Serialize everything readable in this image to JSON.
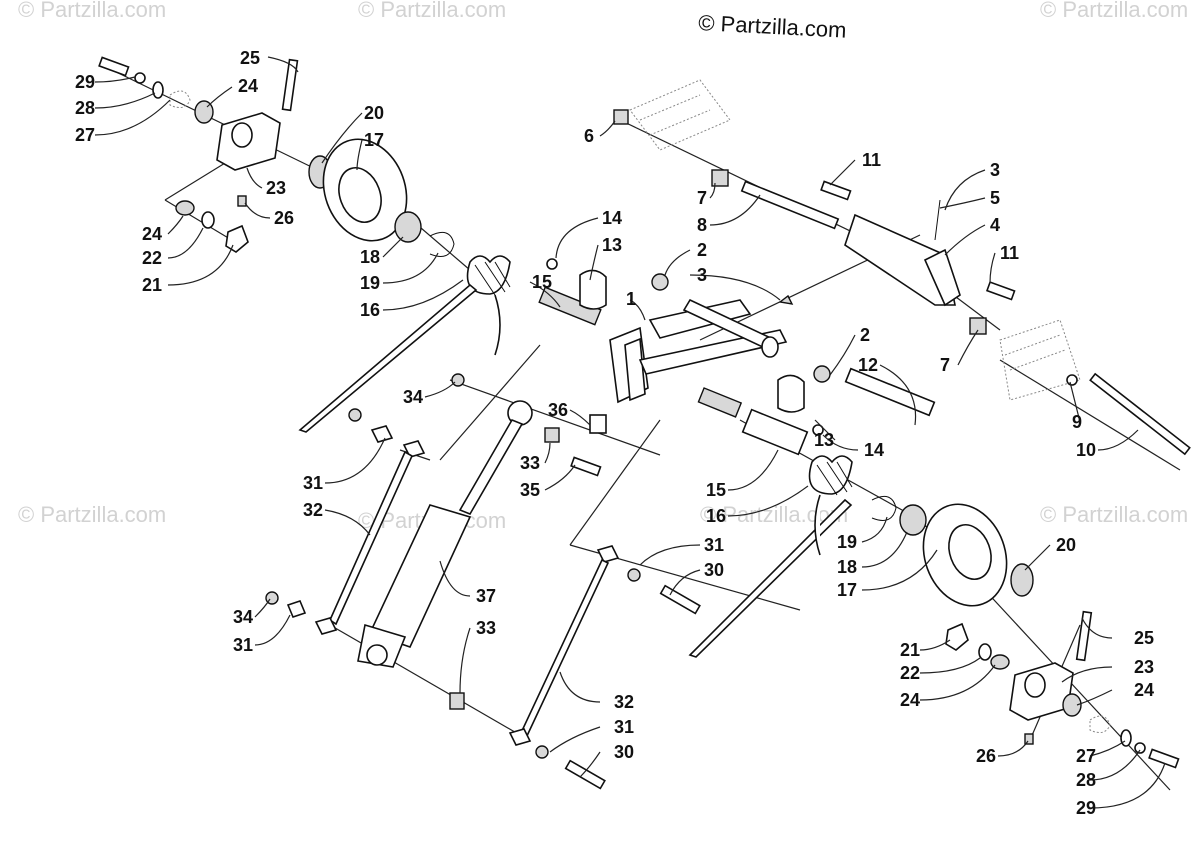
{
  "copyright": "© Partzilla.com",
  "watermark": "© Partzilla.com",
  "callouts": [
    {
      "id": "c25a",
      "text": "25"
    },
    {
      "id": "c29a",
      "text": "29"
    },
    {
      "id": "c24a",
      "text": "24"
    },
    {
      "id": "c28a",
      "text": "28"
    },
    {
      "id": "c27a",
      "text": "27"
    },
    {
      "id": "c20a",
      "text": "20"
    },
    {
      "id": "c17a",
      "text": "17"
    },
    {
      "id": "c23a",
      "text": "23"
    },
    {
      "id": "c26a",
      "text": "26"
    },
    {
      "id": "c24b",
      "text": "24"
    },
    {
      "id": "c22a",
      "text": "22"
    },
    {
      "id": "c21a",
      "text": "21"
    },
    {
      "id": "c18a",
      "text": "18"
    },
    {
      "id": "c19a",
      "text": "19"
    },
    {
      "id": "c16a",
      "text": "16"
    },
    {
      "id": "c6",
      "text": "6"
    },
    {
      "id": "c7a",
      "text": "7"
    },
    {
      "id": "c8",
      "text": "8"
    },
    {
      "id": "c14a",
      "text": "14"
    },
    {
      "id": "c13a",
      "text": "13"
    },
    {
      "id": "c2a",
      "text": "2"
    },
    {
      "id": "c3a",
      "text": "3"
    },
    {
      "id": "c15a",
      "text": "15"
    },
    {
      "id": "c1",
      "text": "1"
    },
    {
      "id": "c11a",
      "text": "11"
    },
    {
      "id": "c3b",
      "text": "3"
    },
    {
      "id": "c5",
      "text": "5"
    },
    {
      "id": "c4",
      "text": "4"
    },
    {
      "id": "c11b",
      "text": "11"
    },
    {
      "id": "c7b",
      "text": "7"
    },
    {
      "id": "c2b",
      "text": "2"
    },
    {
      "id": "c12",
      "text": "12"
    },
    {
      "id": "c9",
      "text": "9"
    },
    {
      "id": "c10",
      "text": "10"
    },
    {
      "id": "c34a",
      "text": "34"
    },
    {
      "id": "c36",
      "text": "36"
    },
    {
      "id": "c33a",
      "text": "33"
    },
    {
      "id": "c35",
      "text": "35"
    },
    {
      "id": "c13b",
      "text": "13"
    },
    {
      "id": "c14b",
      "text": "14"
    },
    {
      "id": "c31a",
      "text": "31"
    },
    {
      "id": "c32a",
      "text": "32"
    },
    {
      "id": "c15b",
      "text": "15"
    },
    {
      "id": "c16b",
      "text": "16"
    },
    {
      "id": "c19b",
      "text": "19"
    },
    {
      "id": "c18b",
      "text": "18"
    },
    {
      "id": "c17b",
      "text": "17"
    },
    {
      "id": "c20b",
      "text": "20"
    },
    {
      "id": "c31b",
      "text": "31"
    },
    {
      "id": "c30a",
      "text": "30"
    },
    {
      "id": "c37",
      "text": "37"
    },
    {
      "id": "c34b",
      "text": "34"
    },
    {
      "id": "c31c",
      "text": "31"
    },
    {
      "id": "c33b",
      "text": "33"
    },
    {
      "id": "c25b",
      "text": "25"
    },
    {
      "id": "c21b",
      "text": "21"
    },
    {
      "id": "c23b",
      "text": "23"
    },
    {
      "id": "c22b",
      "text": "22"
    },
    {
      "id": "c24c",
      "text": "24"
    },
    {
      "id": "c24d",
      "text": "24"
    },
    {
      "id": "c32b",
      "text": "32"
    },
    {
      "id": "c31d",
      "text": "31"
    },
    {
      "id": "c30b",
      "text": "30"
    },
    {
      "id": "c26b",
      "text": "26"
    },
    {
      "id": "c27b",
      "text": "27"
    },
    {
      "id": "c28b",
      "text": "28"
    },
    {
      "id": "c29b",
      "text": "29"
    }
  ]
}
